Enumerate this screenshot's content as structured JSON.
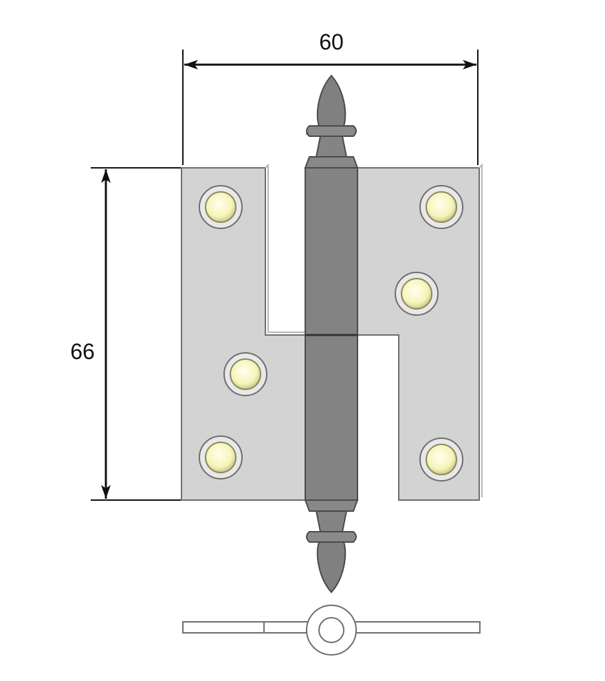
{
  "dimensions": {
    "width_label": "60",
    "height_label": "66"
  },
  "colors": {
    "background": "#ffffff",
    "leaf_fill": "#d3d3d3",
    "leaf_stroke": "#6e6e6e",
    "pin_fill": "#838383",
    "pin_stroke": "#4a4a4a",
    "screw_head": "#fbfbd4",
    "screw_ring": "#dcdcdc",
    "dimension_line": "#111111"
  },
  "screws": {
    "left_leaf_count": 3,
    "right_leaf_count": 3
  }
}
